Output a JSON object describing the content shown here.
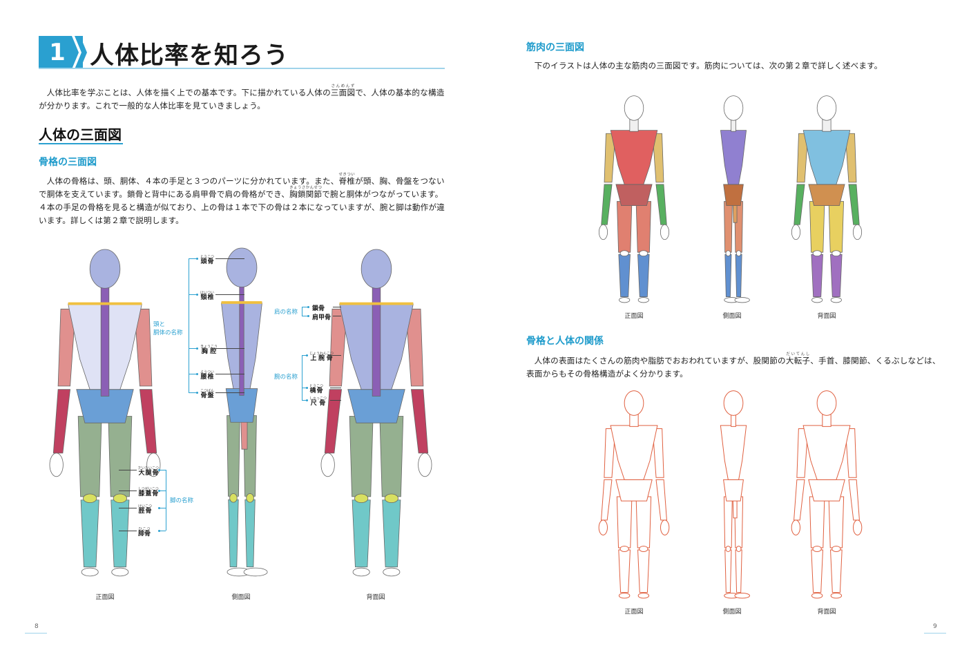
{
  "left_page": {
    "chapter_number": "1",
    "chapter_title": "人体比率を知ろう",
    "intro": [
      {
        "t": "人体比率を学ぶことは、人体を描く上での基本です。下に描かれている人体の"
      },
      {
        "t": "三面図",
        "r": "さんめんず"
      },
      {
        "t": "で、人体の基本的な構造が分かります。これで一般的な人体比率を見ていきましょう。"
      }
    ],
    "section_title": "人体の三面図",
    "subsection_title": "骨格の三面図",
    "body": [
      {
        "t": "人体の骨格は、頭、胴体、４本の手足と３つのパーツに分かれています。また、"
      },
      {
        "t": "脊椎",
        "r": "せきつい"
      },
      {
        "t": "が頭、胸、骨盤をつないで胴体を支えています。鎖骨と背中にある肩甲骨で肩の骨格ができ、"
      },
      {
        "t": "胸鎖関節",
        "r": "きょうさかんせつ"
      },
      {
        "t": "で腕と胴体がつながっています。４本の手足の骨格を見ると構造が似ており、上の骨は１本で下の骨は２本になっていますが、腕と脚は動作が違います。詳しくは第２章で説明します。"
      }
    ],
    "labels": {
      "head_torso_group": "頭と\n胴体の名称",
      "head_torso": [
        {
          "t": "頭骨",
          "r": "とうこつ"
        },
        {
          "t": "頸椎",
          "r": "けいつい"
        },
        {
          "t": "胸腔",
          "r": "きょうこう"
        },
        {
          "t": "腰椎",
          "r": "ようつい"
        },
        {
          "t": "骨盤",
          "r": "こつばん"
        }
      ],
      "shoulder_group": "肩の名称",
      "shoulder": [
        {
          "t": "鎖骨"
        },
        {
          "t": "肩甲骨"
        }
      ],
      "arm_group": "腕の名称",
      "arm": [
        {
          "t": "上腕骨",
          "r": "じょうわんこつ"
        },
        {
          "t": "橈骨",
          "r": "とうこつ"
        },
        {
          "t": "尺骨",
          "r": "しゃっこつ"
        }
      ],
      "leg_group": "脚の名称",
      "leg": [
        {
          "t": "大腿骨",
          "r": "だいたいこつ"
        },
        {
          "t": "膝蓋骨",
          "r": "しつがいこつ"
        },
        {
          "t": "脛骨",
          "r": "けいこつ"
        },
        {
          "t": "腓骨",
          "r": "ひこつ"
        }
      ]
    },
    "captions": [
      "正面図",
      "側面図",
      "背面図"
    ],
    "page_number": "8"
  },
  "right_page": {
    "muscle_title": "筋肉の三面図",
    "muscle_text": "下のイラストは人体の主な筋肉の三面図です。筋肉については、次の第２章で詳しく述べます。",
    "muscle_captions": [
      "正面図",
      "側面図",
      "背面図"
    ],
    "relation_title": "骨格と人体の関係",
    "relation_text": [
      {
        "t": "人体の表面はたくさんの筋肉や脂肪でおおわれていますが、股関節の"
      },
      {
        "t": "大転子",
        "r": "だいてんし"
      },
      {
        "t": "、手首、膝関節、くるぶしなどは、表面からもその骨格構造がよく分かります。"
      }
    ],
    "relation_captions": [
      "正面図",
      "側面図",
      "背面図"
    ],
    "page_number": "9"
  },
  "colors": {
    "accent": "#2aa0d0",
    "skull": "#a9b3e0",
    "spine": "#8b5fb5",
    "clavicle": "#f0c040",
    "scapula": "#e89a8a",
    "arm": "#e0908e",
    "forearm": "#c04060",
    "pelvis": "#6a9fd6",
    "leg": "#95b090",
    "shin": "#70c8c8",
    "outline_figure": "#e06040"
  }
}
